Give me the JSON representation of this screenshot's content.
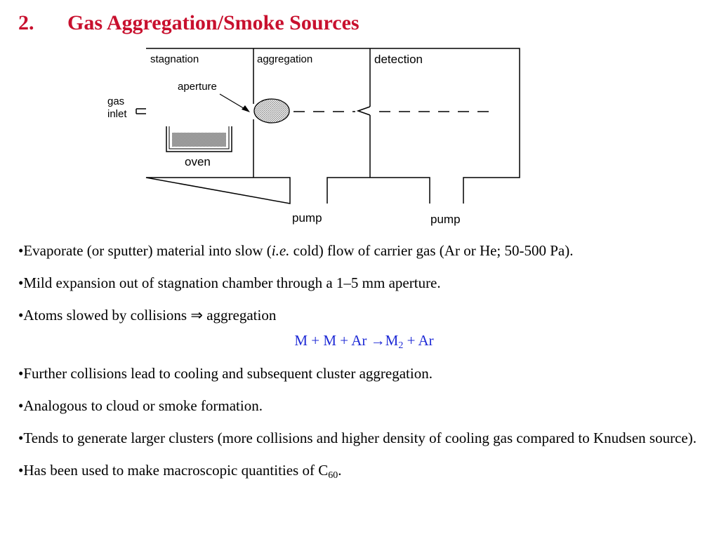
{
  "title": {
    "number": "2.",
    "text": "Gas Aggregation/Smoke Sources"
  },
  "diagram": {
    "labels": {
      "stagnation": "stagnation",
      "aggregation": "aggregation",
      "detection": "detection",
      "aperture": "aperture",
      "gas_inlet_line1": "gas",
      "gas_inlet_line2": "inlet",
      "oven": "oven",
      "pump_left": "pump",
      "pump_right": "pump"
    }
  },
  "bullets": {
    "b1_pre": "•Evaporate (or sputter) material into slow (",
    "b1_ie": "i.e.",
    "b1_post": " cold) flow of carrier gas (Ar or He; 50-500 Pa).",
    "b2": "•Mild expansion out of stagnation chamber through a 1–5 mm aperture.",
    "b3_pre": "•Atoms slowed by collisions ",
    "b3_arrow": "⇒",
    "b3_post": " aggregation",
    "eq_pre": "M + M + Ar →M",
    "eq_sub": "2",
    "eq_post": " + Ar",
    "b4": "•Further collisions lead to cooling and subsequent cluster aggregation.",
    "b5": "•Analogous to cloud or smoke formation.",
    "b6": "•Tends to generate larger clusters (more collisions and higher density of cooling gas compared to Knudsen source).",
    "b7_pre": "•Has been used to make macroscopic quantities of C",
    "b7_sub": "60",
    "b7_post": "."
  },
  "colors": {
    "title": "#c8102e",
    "equation": "#1f2bd6",
    "hatch": "#b4b4b4"
  }
}
